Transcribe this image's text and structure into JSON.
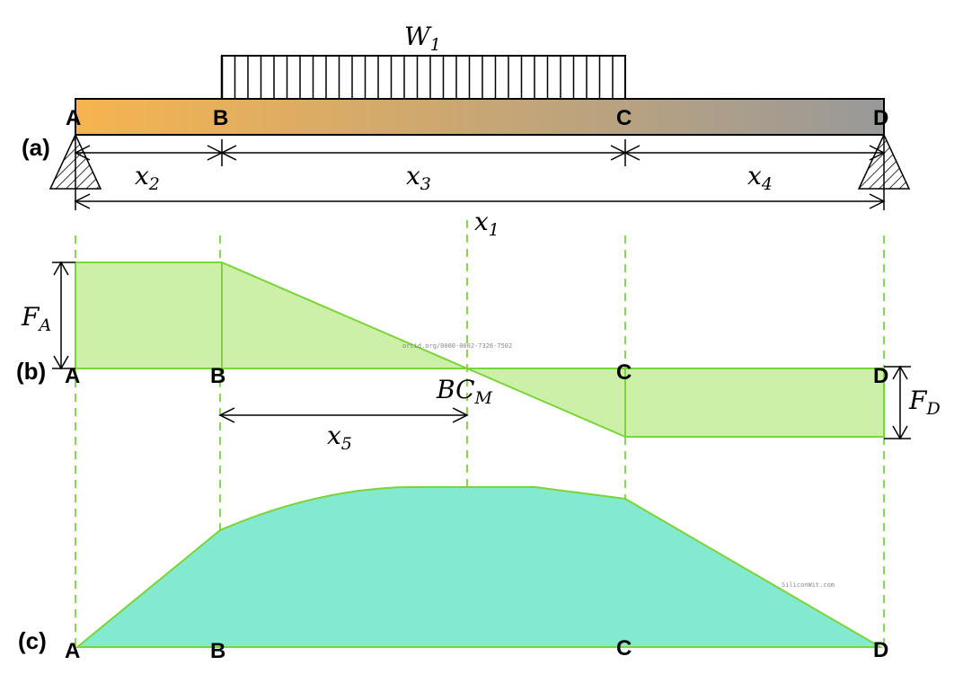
{
  "load_label": {
    "main": "W",
    "sub": "1"
  },
  "points": {
    "a": "A",
    "b": "B",
    "c": "C",
    "d": "D"
  },
  "panels": {
    "a": "(a)",
    "b": "(b)",
    "c": "(c)"
  },
  "dims": {
    "x1": {
      "main": "x",
      "sub": "1"
    },
    "x2": {
      "main": "x",
      "sub": "2"
    },
    "x3": {
      "main": "x",
      "sub": "3"
    },
    "x4": {
      "main": "x",
      "sub": "4"
    },
    "x5": {
      "main": "x",
      "sub": "5"
    }
  },
  "forces": {
    "fa": {
      "main": "F",
      "sub": "A"
    },
    "fd": {
      "main": "F",
      "sub": "D"
    },
    "bcm": {
      "main": "BC",
      "sub": "M"
    }
  },
  "watermarks": {
    "orcid": "orcid.org/0000-0002-7326-7502",
    "site": "SiliconWit.com"
  },
  "colors": {
    "beam_start": "#f7b44f",
    "beam_end": "#999999",
    "shear_fill": "#ccf0a8",
    "shear_stroke": "#7ad43a",
    "moment_fill": "#84eacf",
    "guide": "#7ad43a"
  }
}
